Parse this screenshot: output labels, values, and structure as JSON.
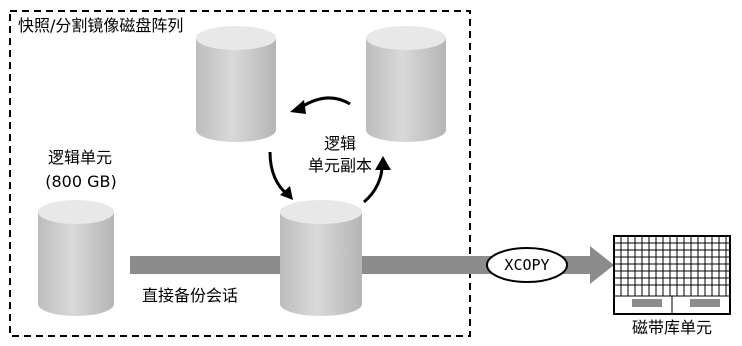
{
  "array": {
    "title": "快照/分割镜像磁盘阵列"
  },
  "logical_unit": {
    "label": "逻辑单元",
    "size": "(800 GB)"
  },
  "copy": {
    "line1": "逻辑",
    "line2": "单元副本"
  },
  "direct_backup": {
    "label": "直接备份会话"
  },
  "xcopy": {
    "label": "XCOPY"
  },
  "tape": {
    "label": "磁带库单元"
  },
  "colors": {
    "cylinder_top": "#e6e6e6",
    "cylinder_body": "#c8c8c8",
    "arrow_gray": "#8c8c8c",
    "outline": "#000000"
  }
}
